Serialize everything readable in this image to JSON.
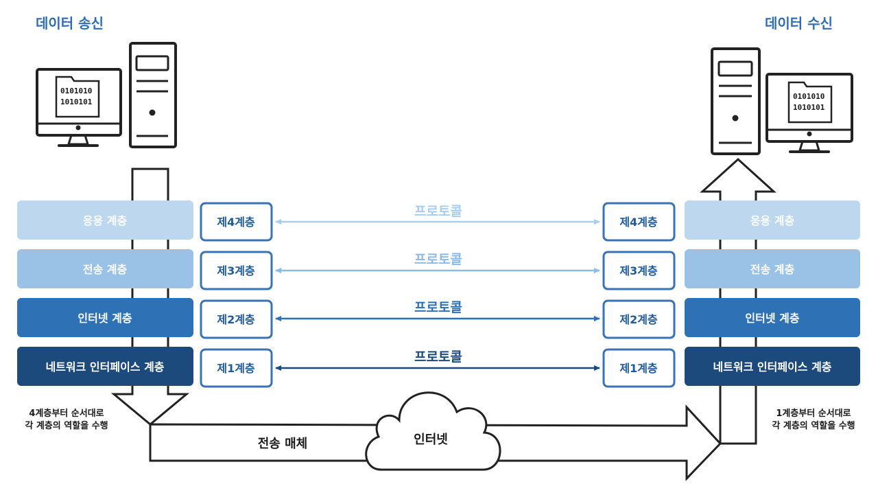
{
  "sender": {
    "title": "데이터 송신",
    "note": [
      "4계층부터 순서대로",
      "각 계층의 역할을 수행"
    ],
    "binary": [
      "0101010",
      "1010101"
    ]
  },
  "receiver": {
    "title": "데이터 수신",
    "note": [
      "1계층부터 순서대로",
      "각 계층의 역할을 수행"
    ],
    "binary": [
      "0101010",
      "1010101"
    ]
  },
  "layers": [
    {
      "name": "응용 계층",
      "level": "제4계층",
      "protocol": "프로토콜",
      "color": "#bcd7ee",
      "arrow_color": "#a9cdec"
    },
    {
      "name": "전송 계층",
      "level": "제3계층",
      "protocol": "프로토콜",
      "color": "#9ac1e6",
      "arrow_color": "#8cbbe6"
    },
    {
      "name": "인터넷 계층",
      "level": "제2계층",
      "protocol": "프로토콜",
      "color": "#2e72b5",
      "arrow_color": "#2e72b5"
    },
    {
      "name": "네트워크 인터페이스 계층",
      "level": "제1계층",
      "protocol": "프로토콜",
      "color": "#1c4a7c",
      "arrow_color": "#1c4a7c"
    }
  ],
  "medium_label": "전송 매체",
  "cloud_label": "인터넷",
  "colors": {
    "title": "#2e6db4",
    "outline": "#222222",
    "level_border": "#3a72b8"
  }
}
